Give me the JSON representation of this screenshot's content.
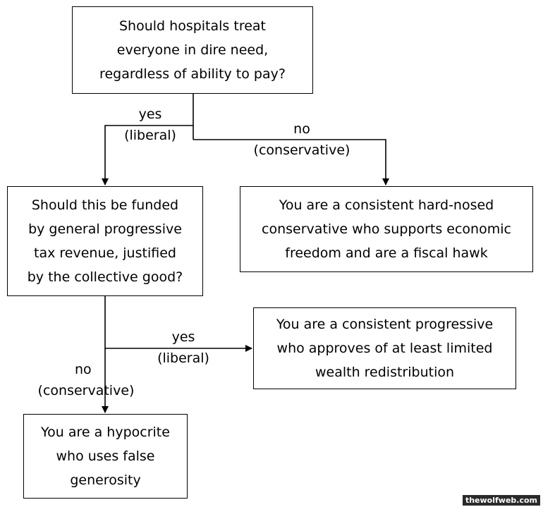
{
  "nodes": {
    "q1": {
      "lines": [
        "Should hospitals treat",
        "everyone in dire need,",
        "regardless of ability to pay?"
      ]
    },
    "q2": {
      "lines": [
        "Should this be funded",
        "by general progressive",
        "tax revenue, justified",
        "by the collective good?"
      ]
    },
    "conservative_result": {
      "lines": [
        "You are a consistent hard-nosed",
        "conservative who supports economic",
        "freedom and are a fiscal hawk"
      ]
    },
    "progressive_result": {
      "lines": [
        "You are a consistent progressive",
        "who approves of at least limited",
        "wealth redistribution"
      ]
    },
    "hypocrite_result": {
      "lines": [
        "You are a hypocrite",
        "who uses false",
        "generosity"
      ]
    }
  },
  "edges": {
    "q1_yes": {
      "answer": "yes",
      "leaning": "(liberal)"
    },
    "q1_no": {
      "answer": "no",
      "leaning": "(conservative)"
    },
    "q2_yes": {
      "answer": "yes",
      "leaning": "(liberal)"
    },
    "q2_no": {
      "answer": "no",
      "leaning": "(conservative)"
    }
  },
  "watermark": "thewolfweb.com"
}
